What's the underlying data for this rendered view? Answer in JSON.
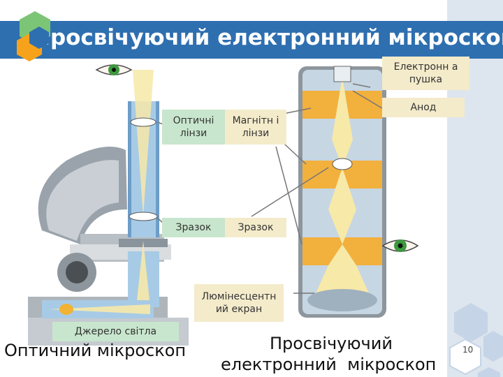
{
  "slide": {
    "title": "Просвічуючий електронний мікроскоп",
    "page_number": "10"
  },
  "labels": {
    "optical_lenses": "Оптичні лінзи",
    "magnetic_lenses": "Магнітн і лінзи",
    "specimen_optical": "Зразок",
    "specimen_electron": "Зразок",
    "electron_gun": "Електронн а пушка",
    "anode": "Анод",
    "fluorescent_screen": "Люмінесцентн ий екран",
    "light_source": "Джерело світла"
  },
  "captions": {
    "optical_microscope": "Оптичний мікроскоп",
    "electron_microscope_line1": "Просвічуючий",
    "electron_microscope_line2": "електронний  мікроскоп"
  },
  "colors": {
    "title_bar": "#2e6fb0",
    "hex_green": "#7cc576",
    "hex_orange": "#f7a21b",
    "hex_blue": "#2e6fb0",
    "hex_light": "#c5d4e6",
    "label_green": "#c8e6cd",
    "label_beige": "#f4ebcb"
  }
}
